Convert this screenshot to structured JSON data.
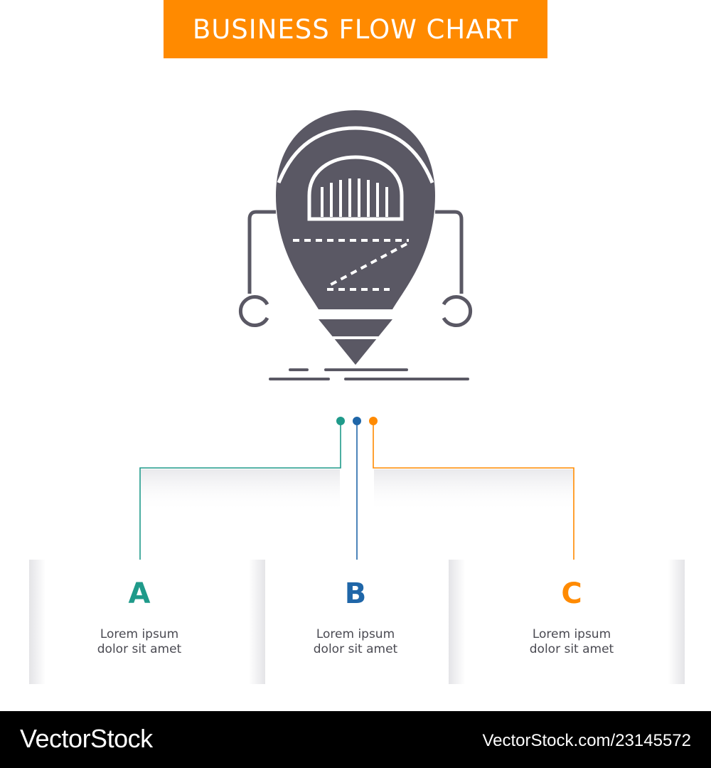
{
  "title": "BUSINESS FLOW CHART",
  "colors": {
    "banner": "#ff8a00",
    "icon": "#5a5864",
    "teal": "#1f9a8a",
    "blue": "#1f66a8",
    "orange": "#ff8a00"
  },
  "icon": "robot-beta-icon",
  "panels": [
    {
      "letter": "A",
      "line1": "Lorem ipsum",
      "line2": "dolor sit amet"
    },
    {
      "letter": "B",
      "line1": "Lorem ipsum",
      "line2": "dolor sit amet"
    },
    {
      "letter": "C",
      "line1": "Lorem ipsum",
      "line2": "dolor sit amet"
    }
  ],
  "footer": {
    "logo": "VectorStock",
    "id": "VectorStock.com/23145572"
  }
}
